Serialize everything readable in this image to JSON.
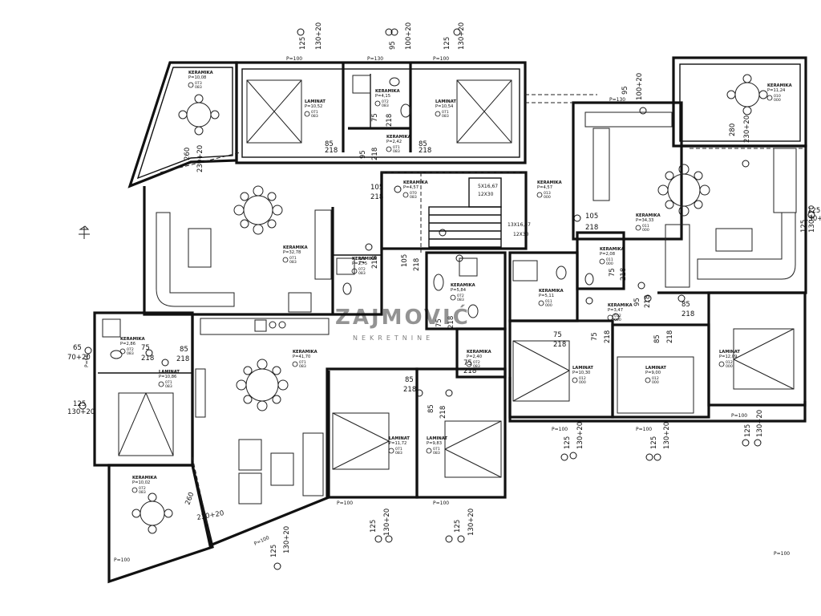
{
  "watermark": {
    "brand": "ZAJMOVIĆ",
    "sub": "NEKRETNINE"
  },
  "rooms": [
    {
      "name": "KERAMIKA",
      "area": "P=10,08",
      "c1": "073",
      "c2": "083"
    },
    {
      "name": "LAMINAT",
      "area": "P=10,52",
      "c1": "071",
      "c2": "083"
    },
    {
      "name": "KERAMIKA",
      "area": "P=4,15",
      "c1": "072",
      "c2": "083"
    },
    {
      "name": "LAMINAT",
      "area": "P=10,54",
      "c1": "071",
      "c2": "083"
    },
    {
      "name": "KERAMIKA",
      "area": "P=2,42",
      "c1": "071",
      "c2": "083"
    },
    {
      "name": "KERAMIKA",
      "area": "P=4,57",
      "c1": "070",
      "c2": "083"
    },
    {
      "name": "KERAMIKA",
      "area": "P=4,57",
      "c1": "013",
      "c2": "000"
    },
    {
      "name": "KERAMIKA",
      "area": "P=11,24",
      "c1": "010",
      "c2": "000"
    },
    {
      "name": "KERAMIKA",
      "area": "P=34,33",
      "c1": "011",
      "c2": "000"
    },
    {
      "name": "KERAMIKA",
      "area": "P=32,78",
      "c1": "071",
      "c2": "083"
    },
    {
      "name": "KERAMIKA",
      "area": "P=2,75",
      "c1": "072",
      "c2": "083"
    },
    {
      "name": "KERAMIKA",
      "area": "P=5,84",
      "c1": "072",
      "c2": "083"
    },
    {
      "name": "KERAMIKA",
      "area": "P=5,11",
      "c1": "011",
      "c2": "000"
    },
    {
      "name": "KERAMIKA",
      "area": "P=2,08",
      "c1": "011",
      "c2": "000"
    },
    {
      "name": "KERAMIKA",
      "area": "P=3,47",
      "c1": "012",
      "c2": "000"
    },
    {
      "name": "KERAMIKA",
      "area": "P=2,86",
      "c1": "072",
      "c2": "083"
    },
    {
      "name": "KERAMIKA",
      "area": "P=41,70",
      "c1": "071",
      "c2": "083"
    },
    {
      "name": "KERAMIKA",
      "area": "P=2,40",
      "c1": "072",
      "c2": "083"
    },
    {
      "name": "LAMINAT",
      "area": "P=10,86",
      "c1": "071",
      "c2": "083"
    },
    {
      "name": "LAMINAT",
      "area": "P=10,30",
      "c1": "012",
      "c2": "000"
    },
    {
      "name": "LAMINAT",
      "area": "P=9,00",
      "c1": "012",
      "c2": "000"
    },
    {
      "name": "LAMINAT",
      "area": "P=12,09",
      "c1": "012",
      "c2": "000"
    },
    {
      "name": "LAMINAT",
      "area": "P=11,72",
      "c1": "071",
      "c2": "083"
    },
    {
      "name": "LAMINAT",
      "area": "P=9,83",
      "c1": "071",
      "c2": "083"
    },
    {
      "name": "KERAMIKA",
      "area": "P=10,02",
      "c1": "072",
      "c2": "083"
    }
  ],
  "dimensions": [
    "125",
    "130+20",
    "95",
    "100+20",
    "125",
    "130+20",
    "P=100",
    "P=130",
    "P=100",
    "P=130",
    "P=100",
    "P=100",
    "P=100",
    "260",
    "230+20",
    "280",
    "230+20",
    "95",
    "100+20",
    "125",
    "130+20",
    "85",
    "218",
    "75",
    "218",
    "85",
    "218",
    "95",
    "218",
    "105",
    "218",
    "105",
    "218",
    "105",
    "218",
    "75",
    "218",
    "75",
    "218",
    "75",
    "218",
    "85",
    "218",
    "75",
    "218",
    "75",
    "218",
    "75",
    "218",
    "95",
    "218",
    "85",
    "218",
    "85",
    "218",
    "85",
    "218",
    "65",
    "70+20",
    "125",
    "130+20",
    "85",
    "218",
    "75",
    "218",
    "260",
    "230+20",
    "125",
    "130+20",
    "125",
    "130+20",
    "125",
    "130+20",
    "125",
    "130+20",
    "125",
    "130+20",
    "125",
    "130+20",
    "125",
    "130+20",
    "P=100",
    "P=100",
    "P=100",
    "P=100",
    "P=100",
    "P=60",
    "5X16,67",
    "13X16,67",
    "12X30",
    "12X30"
  ]
}
